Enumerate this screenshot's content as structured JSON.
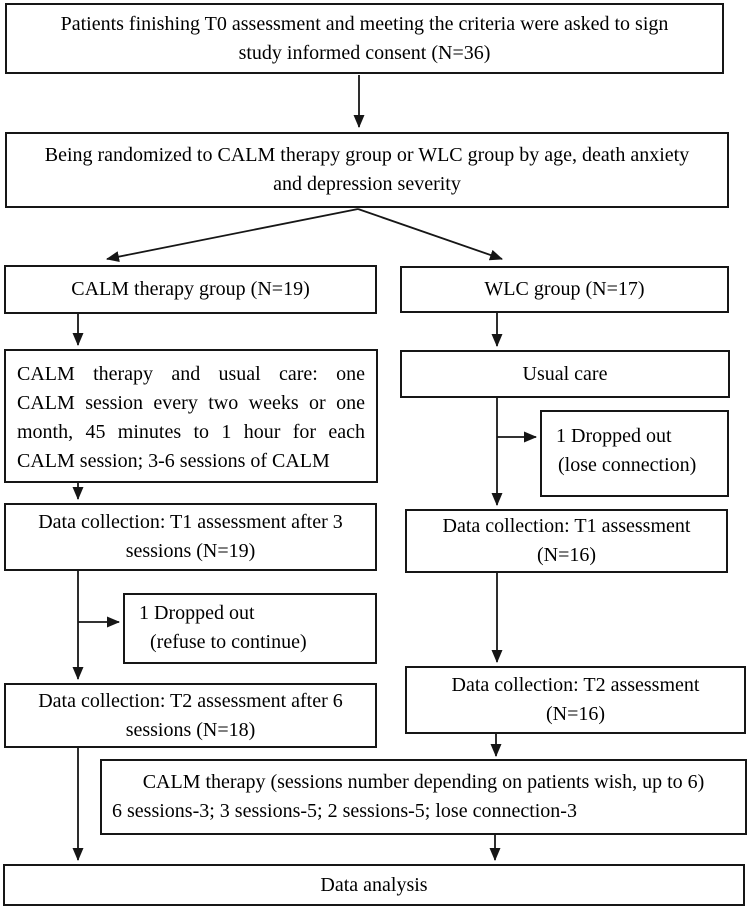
{
  "diagram": {
    "type": "flowchart",
    "colors": {
      "box_border": "#161616",
      "background": "#ffffff",
      "text": "#000000"
    },
    "boxes": {
      "consent": {
        "lines": [
          "Patients finishing T0 assessment and meeting the criteria were asked to sign",
          "study informed consent (N=36)"
        ]
      },
      "randomized": {
        "lines": [
          "Being randomized to CALM therapy group or WLC group by age, death anxiety",
          "and depression severity"
        ]
      },
      "calm_group": {
        "lines": [
          "CALM therapy group (N=19)"
        ]
      },
      "wlc_group": {
        "lines": [
          "WLC group (N=17)"
        ]
      },
      "calm_therapy": {
        "lines": [
          "CALM therapy and usual care: one",
          "CALM session every two weeks or one",
          "month, 45 minutes to 1 hour for each",
          "CALM session; 3-6 sessions of CALM"
        ]
      },
      "usual_care": {
        "lines": [
          "Usual care"
        ]
      },
      "dropout_wlc": {
        "lines": [
          "1 Dropped out",
          "(lose connection)"
        ]
      },
      "t1_calm": {
        "lines": [
          "Data collection: T1 assessment after 3",
          "sessions (N=19)"
        ]
      },
      "t1_wlc": {
        "lines": [
          "Data collection: T1 assessment",
          "(N=16)"
        ]
      },
      "dropout_calm": {
        "lines": [
          "1 Dropped out",
          "(refuse to continue)"
        ]
      },
      "t2_calm": {
        "lines": [
          "Data collection: T2 assessment after 6",
          "sessions (N=18)"
        ]
      },
      "t2_wlc": {
        "lines": [
          "Data collection: T2 assessment",
          "(N=16)"
        ]
      },
      "calm_extra": {
        "lines": [
          "CALM therapy (sessions number depending on patients wish, up to 6)",
          "6 sessions-3; 3 sessions-5; 2 sessions-5; lose connection-3"
        ]
      },
      "data_analysis": {
        "lines": [
          "Data analysis"
        ]
      }
    },
    "flow": [
      {
        "from": "consent",
        "to": "randomized"
      },
      {
        "from": "randomized",
        "to": "calm_group"
      },
      {
        "from": "randomized",
        "to": "wlc_group"
      },
      {
        "from": "calm_group",
        "to": "calm_therapy"
      },
      {
        "from": "calm_therapy",
        "to": "t1_calm"
      },
      {
        "from": "t1_calm",
        "to": "dropout_calm"
      },
      {
        "from": "t1_calm",
        "to": "t2_calm"
      },
      {
        "from": "t2_calm",
        "to": "data_analysis"
      },
      {
        "from": "wlc_group",
        "to": "usual_care"
      },
      {
        "from": "usual_care",
        "to": "dropout_wlc"
      },
      {
        "from": "usual_care",
        "to": "t1_wlc"
      },
      {
        "from": "t1_wlc",
        "to": "t2_wlc"
      },
      {
        "from": "t2_wlc",
        "to": "calm_extra"
      },
      {
        "from": "calm_extra",
        "to": "data_analysis"
      }
    ]
  }
}
